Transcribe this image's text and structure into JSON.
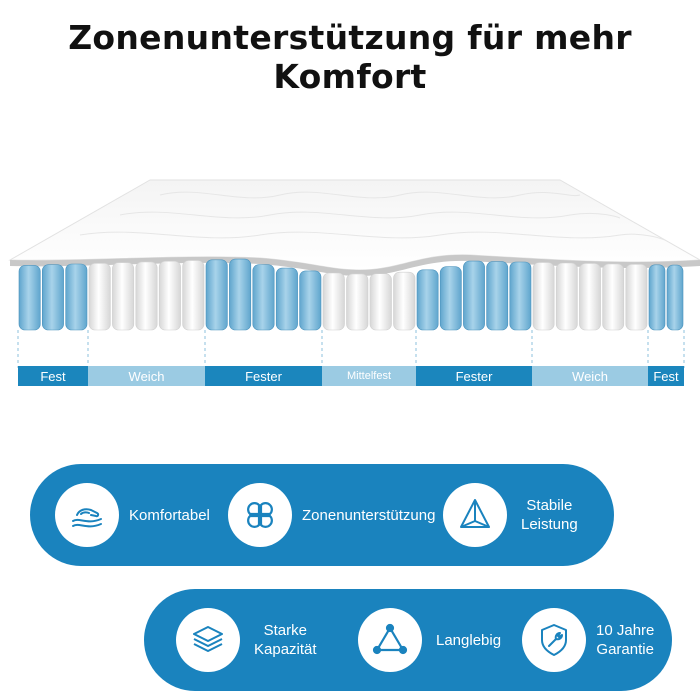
{
  "title": "Zonenunterstützung für mehr Komfort",
  "zones": [
    {
      "label": "Fest",
      "tone": "dark"
    },
    {
      "label": "Weich",
      "tone": "light"
    },
    {
      "label": "Fester",
      "tone": "dark"
    },
    {
      "label": "Mittelfest",
      "tone": "light"
    },
    {
      "label": "Fester",
      "tone": "dark"
    },
    {
      "label": "Weich",
      "tone": "light"
    },
    {
      "label": "Fest",
      "tone": "dark"
    }
  ],
  "features_row1": [
    {
      "label": "Komfortabel",
      "icon": "hand-pressing-icon"
    },
    {
      "label": "Zonenunterstützung",
      "icon": "four-zones-icon"
    },
    {
      "label": "Stabile\nLeistung",
      "icon": "pyramid-icon"
    }
  ],
  "features_row2": [
    {
      "label": "Starke\nKapazität",
      "icon": "layers-icon"
    },
    {
      "label": "Langlebig",
      "icon": "triangle-cycle-icon"
    },
    {
      "label": "10 Jahre\nGarantie",
      "icon": "shield-wrench-icon"
    }
  ],
  "colors": {
    "accent": "#1a83be",
    "zone_dark": "#1b86bd",
    "zone_light": "#9bcbe3",
    "spring_blue": "#7fb9d9",
    "spring_white": "#f1f1f1"
  }
}
